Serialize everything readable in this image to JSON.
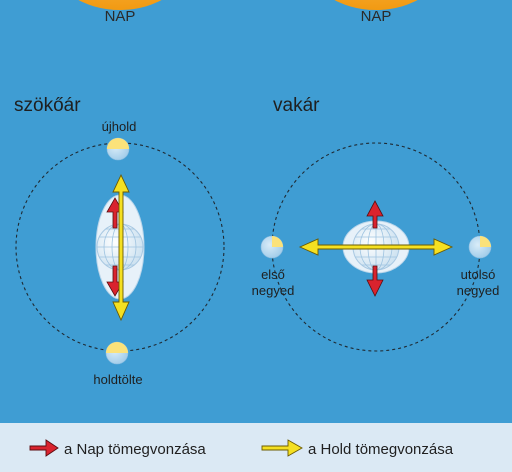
{
  "sun_label": "NAP",
  "panels": {
    "spring_tide": {
      "title": "szökőár",
      "new_moon": "újhold",
      "full_moon": "holdtölte"
    },
    "neap_tide": {
      "title": "vakár",
      "first_quarter": [
        "első",
        "negyed"
      ],
      "last_quarter": [
        "utolsó",
        "negyed"
      ]
    }
  },
  "legend": {
    "sun_gravity": "a Nap tömegvonzása",
    "moon_gravity": "a Hold tömegvonzása"
  },
  "colors": {
    "background": "#3f9dd3",
    "sun": "#f6a21a",
    "sun_gravity_arrow": "#d9232e",
    "moon_gravity_arrow": "#f5e021",
    "legend_bar": "#dbe9f4",
    "moon_lit": "#fbe27a"
  }
}
